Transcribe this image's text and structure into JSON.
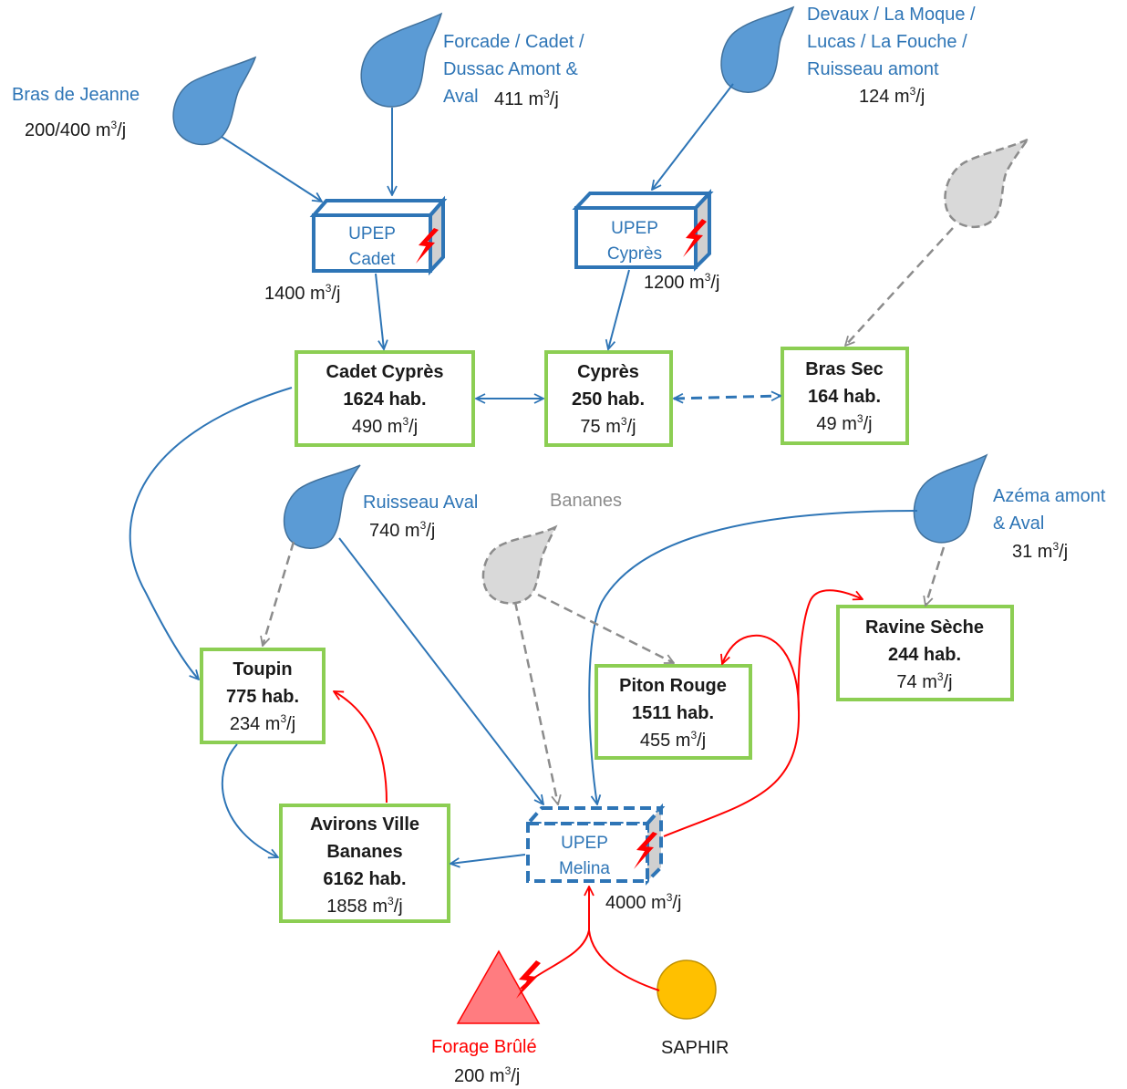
{
  "sources": {
    "bras_de_jeanne": {
      "name": "Bras de Jeanne",
      "flow": "200/400 m",
      "unit_tail": "/j"
    },
    "forcade": {
      "name_lines": [
        "Forcade / Cadet /",
        "Dussac Amont &",
        "Aval"
      ],
      "flow": "411 m",
      "unit_tail": "/j"
    },
    "devaux": {
      "name_lines": [
        "Devaux / La Moque /",
        "Lucas / La Fouche /",
        "Ruisseau amont"
      ],
      "flow": "124 m",
      "unit_tail": "/j"
    },
    "ruisseau_aval": {
      "name": "Ruisseau Aval",
      "flow": "740 m",
      "unit_tail": "/j"
    },
    "bananes": {
      "name": "Bananes"
    },
    "azema": {
      "name_lines": [
        "Azéma amont",
        "& Aval"
      ],
      "flow": "31 m",
      "unit_tail": "/j"
    }
  },
  "upep": {
    "cadet": {
      "lines": [
        "UPEP",
        "Cadet"
      ],
      "flow": "1400 m",
      "unit_tail": "/j"
    },
    "cypres": {
      "lines": [
        "UPEP",
        "Cyprès"
      ],
      "flow": "1200 m",
      "unit_tail": "/j"
    },
    "melina": {
      "lines": [
        "UPEP",
        "Melina"
      ],
      "flow": "4000 m",
      "unit_tail": "/j"
    }
  },
  "nodes": {
    "cadet_cypres": {
      "name": "Cadet Cyprès",
      "hab": "1624 hab.",
      "flow": "490 m",
      "unit_tail": "/j"
    },
    "cypres": {
      "name": "Cyprès",
      "hab": "250 hab.",
      "flow": "75 m",
      "unit_tail": "/j"
    },
    "bras_sec": {
      "name": "Bras Sec",
      "hab": "164 hab.",
      "flow": "49 m",
      "unit_tail": "/j"
    },
    "toupin": {
      "name": "Toupin",
      "hab": "775 hab.",
      "flow": "234 m",
      "unit_tail": "/j"
    },
    "piton_rouge": {
      "name": "Piton Rouge",
      "hab": "1511 hab.",
      "flow": "455 m",
      "unit_tail": "/j"
    },
    "ravine_seche": {
      "name": "Ravine Sèche",
      "hab": "244 hab.",
      "flow": "74 m",
      "unit_tail": "/j"
    },
    "avirons": {
      "name_lines": [
        "Avirons Ville",
        "Bananes"
      ],
      "hab": "6162 hab.",
      "flow": "1858 m",
      "unit_tail": "/j"
    }
  },
  "supplies": {
    "forage": {
      "name": "Forage Brûlé",
      "flow": "200 m",
      "unit_tail": "/j"
    },
    "saphir": {
      "name": "SAPHIR"
    }
  },
  "unit_sup": "3",
  "colors": {
    "water": "#5b9bd5",
    "water_stroke": "#41719c",
    "arrow_blue": "#2e75b6",
    "arrow_grey": "#8c8c8c",
    "arrow_red": "#ff0000",
    "node_border": "#8cce53",
    "forage_fill": "#ff7c80",
    "saphir_fill": "#ffc000"
  },
  "icons": [
    "water-drop-icon",
    "lightning-icon",
    "triangle-icon",
    "circle-icon"
  ]
}
